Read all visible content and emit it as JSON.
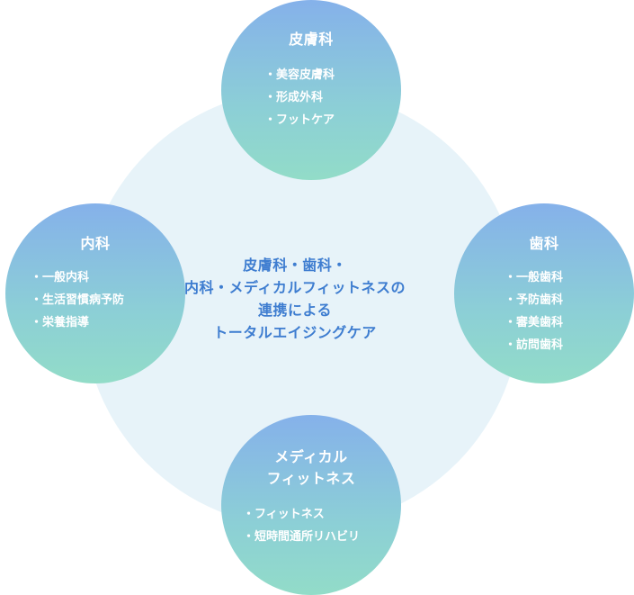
{
  "center": {
    "lines": [
      "皮膚科・歯科・",
      "内科・メディカルフィットネスの",
      "連携による",
      "トータルエイジングケア"
    ]
  },
  "nodes": {
    "dermatology": {
      "title": "皮膚科",
      "items": [
        "美容皮膚科",
        "形成外科",
        "フットケア"
      ]
    },
    "internal": {
      "title": "内科",
      "items": [
        "一般内科",
        "生活習慣病予防",
        "栄養指導"
      ]
    },
    "dental": {
      "title": "歯科",
      "items": [
        "一般歯科",
        "予防歯科",
        "審美歯科",
        "訪問歯科"
      ]
    },
    "fitness": {
      "title_lines": [
        "メディカル",
        "フィットネス"
      ],
      "items": [
        "フィットネス",
        "短時間通所リハビリ"
      ]
    }
  },
  "colors": {
    "background_circle": "#e7f3f9",
    "center_text": "#3e7dd0",
    "node_gradient_top": "#85b1ea",
    "node_gradient_bottom": "#92dcc8",
    "node_text": "#ffffff"
  }
}
